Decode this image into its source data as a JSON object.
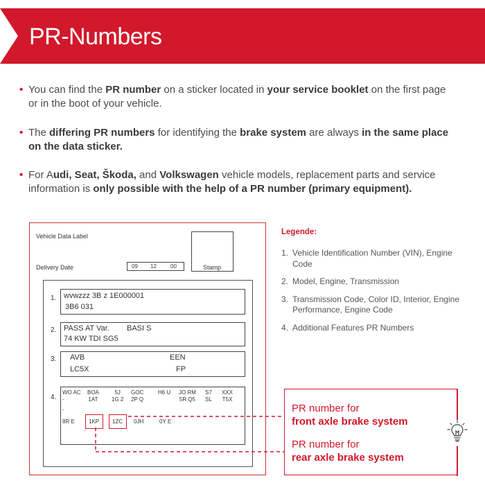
{
  "header": {
    "title": "PR-Numbers",
    "color": "#d2182b"
  },
  "bullets": [
    [
      {
        "t": "You can find the ",
        "b": false
      },
      {
        "t": "PR number",
        "b": true
      },
      {
        "t": " on a sticker located in ",
        "b": false
      },
      {
        "t": "your service booklet",
        "b": true
      },
      {
        "t": " on the first page or in the boot of your vehicle.",
        "b": false
      }
    ],
    [
      {
        "t": "The ",
        "b": false
      },
      {
        "t": "differing PR numbers",
        "b": true
      },
      {
        "t": " for identifying the ",
        "b": false
      },
      {
        "t": "brake system",
        "b": true
      },
      {
        "t": " are always ",
        "b": false
      },
      {
        "t": "in the same place on the data sticker.",
        "b": true
      }
    ],
    [
      {
        "t": "For A",
        "b": false
      },
      {
        "t": "udi, Seat, Škoda,",
        "b": true
      },
      {
        "t": " and ",
        "b": false
      },
      {
        "t": "Volkswagen",
        "b": true
      },
      {
        "t": " vehicle models, replacement parts and service information is ",
        "b": false
      },
      {
        "t": "only possible with the help of a PR number (primary equipment).",
        "b": true
      }
    ]
  ],
  "sticker": {
    "title": "Vehicle Data Label",
    "stamp": "Stamp",
    "delivery_label": "Delivery Date",
    "date": [
      "09",
      "12",
      "00"
    ],
    "row1": {
      "num": "1.",
      "line1": "wvwzzz 3B  z 1E000001",
      "line2": "3B6 031"
    },
    "row2": {
      "num": "2.",
      "line1a": "PASS AT  Var.",
      "line1b": "BASI   S",
      "line2": "74 KW  TDI  SG5"
    },
    "row3": {
      "num": "3.",
      "line1a": "AVB",
      "line1b": "EEN",
      "line2a": "LC5X",
      "line2b": "FP"
    },
    "row4": {
      "num": "4.",
      "codes_row1": [
        {
          "a": "WO AC",
          "b": "-"
        },
        {
          "a": "BOA",
          "b": "1AT"
        },
        {
          "a": "5J",
          "b": "1G 2"
        },
        {
          "a": "GOC",
          "b": "2P Q"
        },
        {
          "a": "H6 U",
          "b": ""
        },
        {
          "a": "JO RM",
          "b": "5R Q5"
        },
        {
          "a": "S7",
          "b": "SL"
        },
        {
          "a": "XXX",
          "b": "T5X"
        }
      ],
      "dash2": "-",
      "codes_row2": [
        "8R E",
        "1KP",
        "1ZC",
        "0JH",
        "0Y E"
      ]
    }
  },
  "legend": {
    "title": "Legende:",
    "items": [
      {
        "n": "1.",
        "text": "Vehicle Identification Number (VIN), Engine Code"
      },
      {
        "n": "2.",
        "text": "Model, Engine, Transmission"
      },
      {
        "n": "3.",
        "text": "Transmission Code, Color ID, Interior, Engine Performance, Engine Code"
      },
      {
        "n": "4.",
        "text": "Additional Features PR Numbers"
      }
    ]
  },
  "callouts": {
    "front_line1": "PR number for",
    "front_line2": "front axle brake system",
    "rear_line1": "PR number for",
    "rear_line2": "rear axle brake system"
  },
  "icons": {
    "bulb": "lightbulb-icon"
  }
}
